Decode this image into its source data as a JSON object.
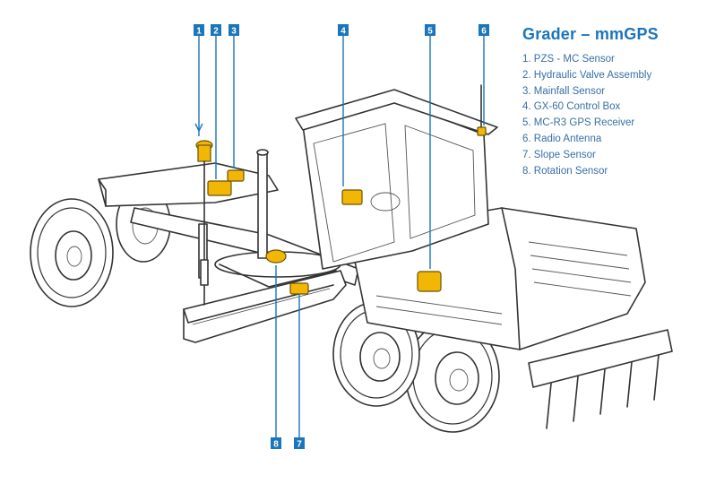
{
  "title": "Grader – mmGPS",
  "legend": [
    "1. PZS - MC Sensor",
    "2. Hydraulic Valve Assembly",
    "3. Mainfall Sensor",
    "4. GX-60 Control Box",
    "5. MC-R3 GPS Receiver",
    "6. Radio Antenna",
    "7. Slope Sensor",
    "8. Rotation Sensor"
  ],
  "callouts": {
    "c1": "1",
    "c2": "2",
    "c3": "3",
    "c4": "4",
    "c5": "5",
    "c6": "6",
    "c7": "7",
    "c8": "8"
  },
  "colors": {
    "accent": "#1b75bb",
    "component": "#f2b705"
  }
}
